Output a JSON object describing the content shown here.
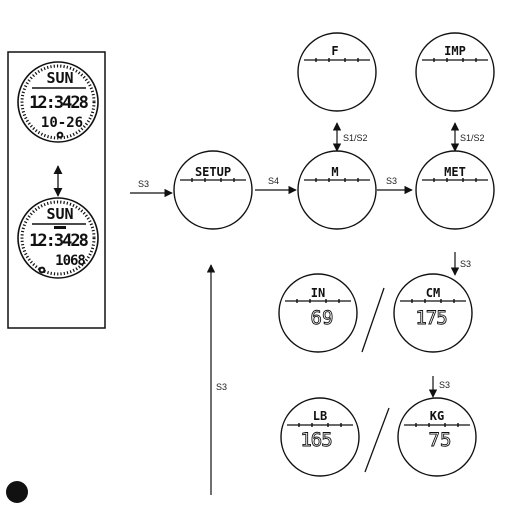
{
  "watch_panel": {
    "top_watch": {
      "day": "SUN",
      "time": "12:3428",
      "date": "10-26"
    },
    "bottom_watch": {
      "day": "SUN",
      "time": "12:3428",
      "altitude": "1068"
    }
  },
  "nodes": {
    "setup": "SETUP",
    "m": "M",
    "met": "MET",
    "f": "F",
    "imp": "IMP",
    "in": "IN",
    "in_value": "69",
    "cm": "CM",
    "cm_value": "175",
    "lb": "LB",
    "lb_value": "165",
    "kg": "KG",
    "kg_value": "75"
  },
  "buttons": {
    "s3_to_setup": "S3",
    "s4": "S4",
    "s3_to_met": "S3",
    "s1s2_m": "S1/S2",
    "s1s2_met": "S1/S2",
    "s3_to_height": "S3",
    "s3_to_weight": "S3",
    "s3_return": "S3"
  }
}
